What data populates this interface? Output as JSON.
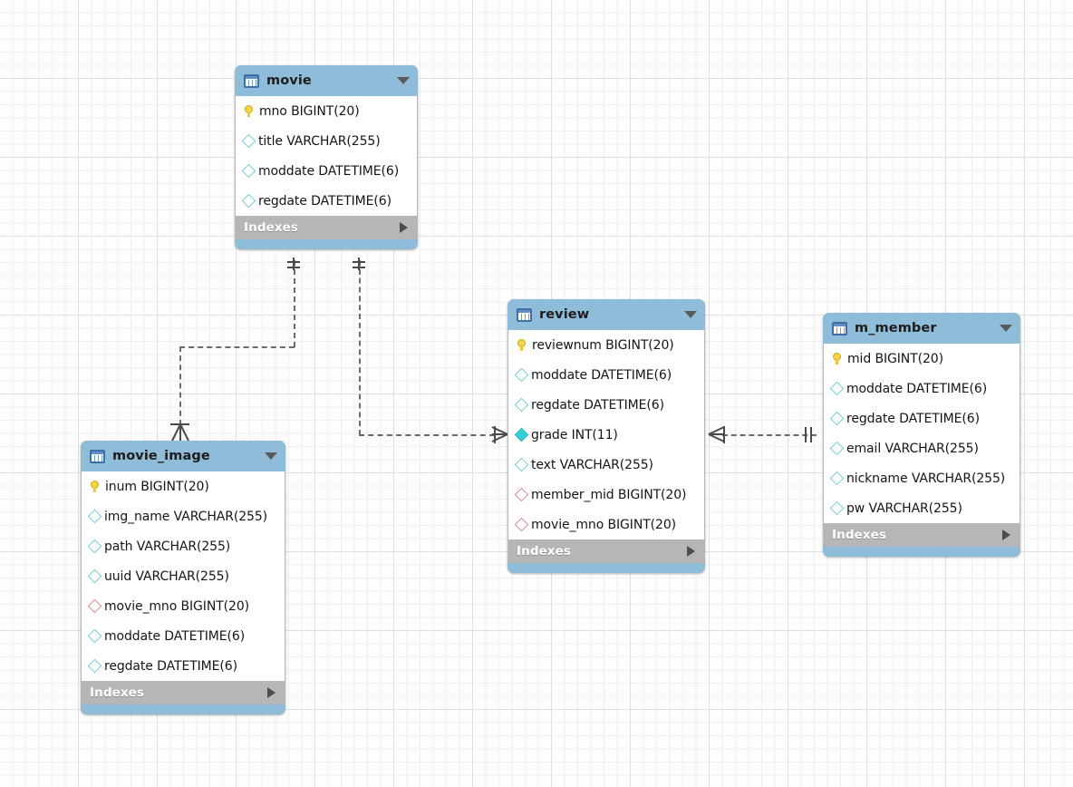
{
  "diagram": {
    "kind": "eer-diagram",
    "footer_label": "Indexes",
    "expand_icon": "triangle-right-icon",
    "collapse_icon": "chevron-down-icon",
    "table_icon": "table-icon",
    "pk_icon": "key-icon",
    "column_icon": "diamond-icon",
    "fk_icon": "diamond-red-icon",
    "colors": {
      "header": "#8fbcd8",
      "indexes_bar": "#b6b6b6",
      "pk_key": "#f6d444",
      "column_diamond": "#6ecfd3",
      "column_diamond_filled": "#2fd0d8",
      "fk_diamond": "#d48b8b",
      "relation_line": "#6b6b6b",
      "canvas": "#fdfdfd",
      "grid_minor": "#efefef",
      "grid_major": "#dedede"
    }
  },
  "tables": [
    {
      "name": "movie",
      "columns": [
        {
          "label": "mno BIGINT(20)",
          "icon": "key-icon",
          "kind": "pk"
        },
        {
          "label": "title VARCHAR(255)",
          "icon": "diamond-icon",
          "kind": "col"
        },
        {
          "label": "moddate DATETIME(6)",
          "icon": "diamond-icon",
          "kind": "col"
        },
        {
          "label": "regdate DATETIME(6)",
          "icon": "diamond-icon",
          "kind": "col"
        }
      ]
    },
    {
      "name": "movie_image",
      "columns": [
        {
          "label": "inum BIGINT(20)",
          "icon": "key-icon",
          "kind": "pk"
        },
        {
          "label": "img_name VARCHAR(255)",
          "icon": "diamond-icon",
          "kind": "col"
        },
        {
          "label": "path VARCHAR(255)",
          "icon": "diamond-icon",
          "kind": "col"
        },
        {
          "label": "uuid VARCHAR(255)",
          "icon": "diamond-icon",
          "kind": "col"
        },
        {
          "label": "movie_mno BIGINT(20)",
          "icon": "diamond-red-icon",
          "kind": "fk"
        },
        {
          "label": "moddate DATETIME(6)",
          "icon": "diamond-icon",
          "kind": "col"
        },
        {
          "label": "regdate DATETIME(6)",
          "icon": "diamond-icon",
          "kind": "col"
        }
      ]
    },
    {
      "name": "review",
      "columns": [
        {
          "label": "reviewnum BIGINT(20)",
          "icon": "key-icon",
          "kind": "pk"
        },
        {
          "label": "moddate DATETIME(6)",
          "icon": "diamond-icon",
          "kind": "col"
        },
        {
          "label": "regdate DATETIME(6)",
          "icon": "diamond-icon",
          "kind": "col"
        },
        {
          "label": "grade INT(11)",
          "icon": "diamond-icon",
          "kind": "col-notnull"
        },
        {
          "label": "text VARCHAR(255)",
          "icon": "diamond-icon",
          "kind": "col"
        },
        {
          "label": "member_mid BIGINT(20)",
          "icon": "diamond-red-icon",
          "kind": "fk"
        },
        {
          "label": "movie_mno BIGINT(20)",
          "icon": "diamond-red-icon",
          "kind": "fk"
        }
      ]
    },
    {
      "name": "m_member",
      "columns": [
        {
          "label": "mid BIGINT(20)",
          "icon": "key-icon",
          "kind": "pk"
        },
        {
          "label": "moddate DATETIME(6)",
          "icon": "diamond-icon",
          "kind": "col"
        },
        {
          "label": "regdate DATETIME(6)",
          "icon": "diamond-icon",
          "kind": "col"
        },
        {
          "label": "email VARCHAR(255)",
          "icon": "diamond-icon",
          "kind": "col"
        },
        {
          "label": "nickname VARCHAR(255)",
          "icon": "diamond-icon",
          "kind": "col"
        },
        {
          "label": "pw VARCHAR(255)",
          "icon": "diamond-icon",
          "kind": "col"
        }
      ]
    }
  ],
  "relationships": [
    {
      "from": "movie",
      "to": "movie_image",
      "from_cardinality": "one",
      "to_cardinality": "many",
      "identifying": false
    },
    {
      "from": "movie",
      "to": "review",
      "from_cardinality": "one",
      "to_cardinality": "many",
      "identifying": false
    },
    {
      "from": "m_member",
      "to": "review",
      "from_cardinality": "one",
      "to_cardinality": "many",
      "identifying": false
    }
  ]
}
